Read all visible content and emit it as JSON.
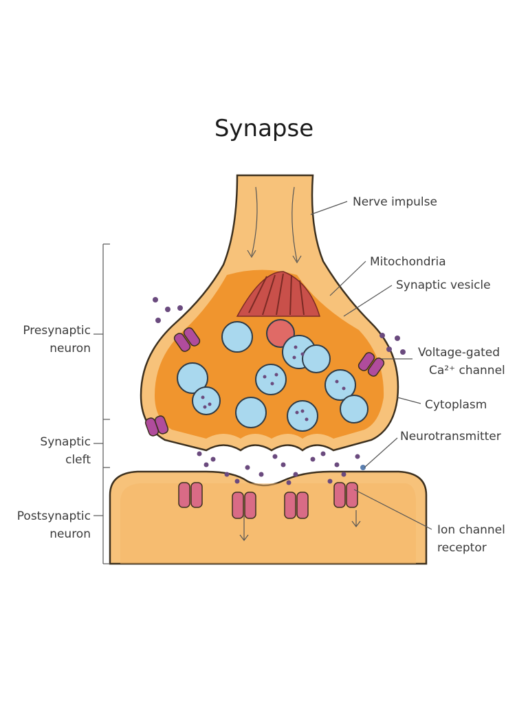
{
  "title": "Synapse",
  "labels": {
    "nerve_impulse": "Nerve impulse",
    "mitochondria": "Mitochondria",
    "synaptic_vesicle": "Synaptic vesicle",
    "voltage_gated_line1": "Voltage-gated",
    "voltage_gated_line2": "Ca²⁺ channel",
    "cytoplasm": "Cytoplasm",
    "neurotransmitter": "Neurotransmitter",
    "ion_channel_line1": "Ion channel",
    "ion_channel_line2": "receptor",
    "presynaptic_line1": "Presynaptic",
    "presynaptic_line2": "neuron",
    "cleft_line1": "Synaptic",
    "cleft_line2": "cleft",
    "postsynaptic_line1": "Postsynaptic",
    "postsynaptic_line2": "neuron"
  },
  "colors": {
    "membrane": "#f3b25a",
    "axon_fill": "#f7c27a",
    "cytoplasm": "#f0952e",
    "vesicle": "#a9d8ee",
    "mitochondria": "#c9504a",
    "receptor": "#d96b86",
    "calcium_channel": "#b04c9c",
    "neurotransmitter_dot": "#6a4a7e"
  }
}
